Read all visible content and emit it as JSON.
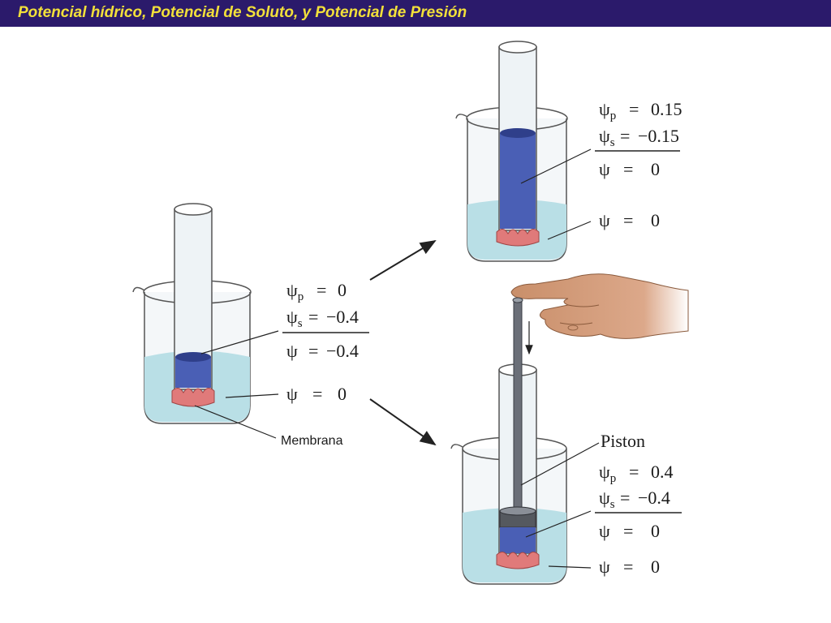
{
  "slide_title": "Potencial hídrico, Potencial de Soluto, y Potencial de Presión",
  "colors": {
    "title_bar": "#2b1a6b",
    "title_text": "#f2e03a",
    "water": "#b9dfe6",
    "solution": "#4a5fb5",
    "membrane": "#e07a7a"
  },
  "left_beaker": {
    "psi_p": "0",
    "psi_s": "−0.4",
    "psi_tube": "−0.4",
    "psi_water": "0",
    "membrane_label": "Membrana"
  },
  "top_right_beaker": {
    "psi_p": "0.15",
    "psi_s": "−0.15",
    "psi_tube": "0",
    "psi_water": "0"
  },
  "bottom_right_beaker": {
    "piston_label": "Piston",
    "psi_p": "0.4",
    "psi_s": "−0.4",
    "psi_tube": "0",
    "psi_water": "0"
  },
  "symbols": {
    "psi": "ψ",
    "sub_p": "p",
    "sub_s": "s",
    "equals": "="
  }
}
